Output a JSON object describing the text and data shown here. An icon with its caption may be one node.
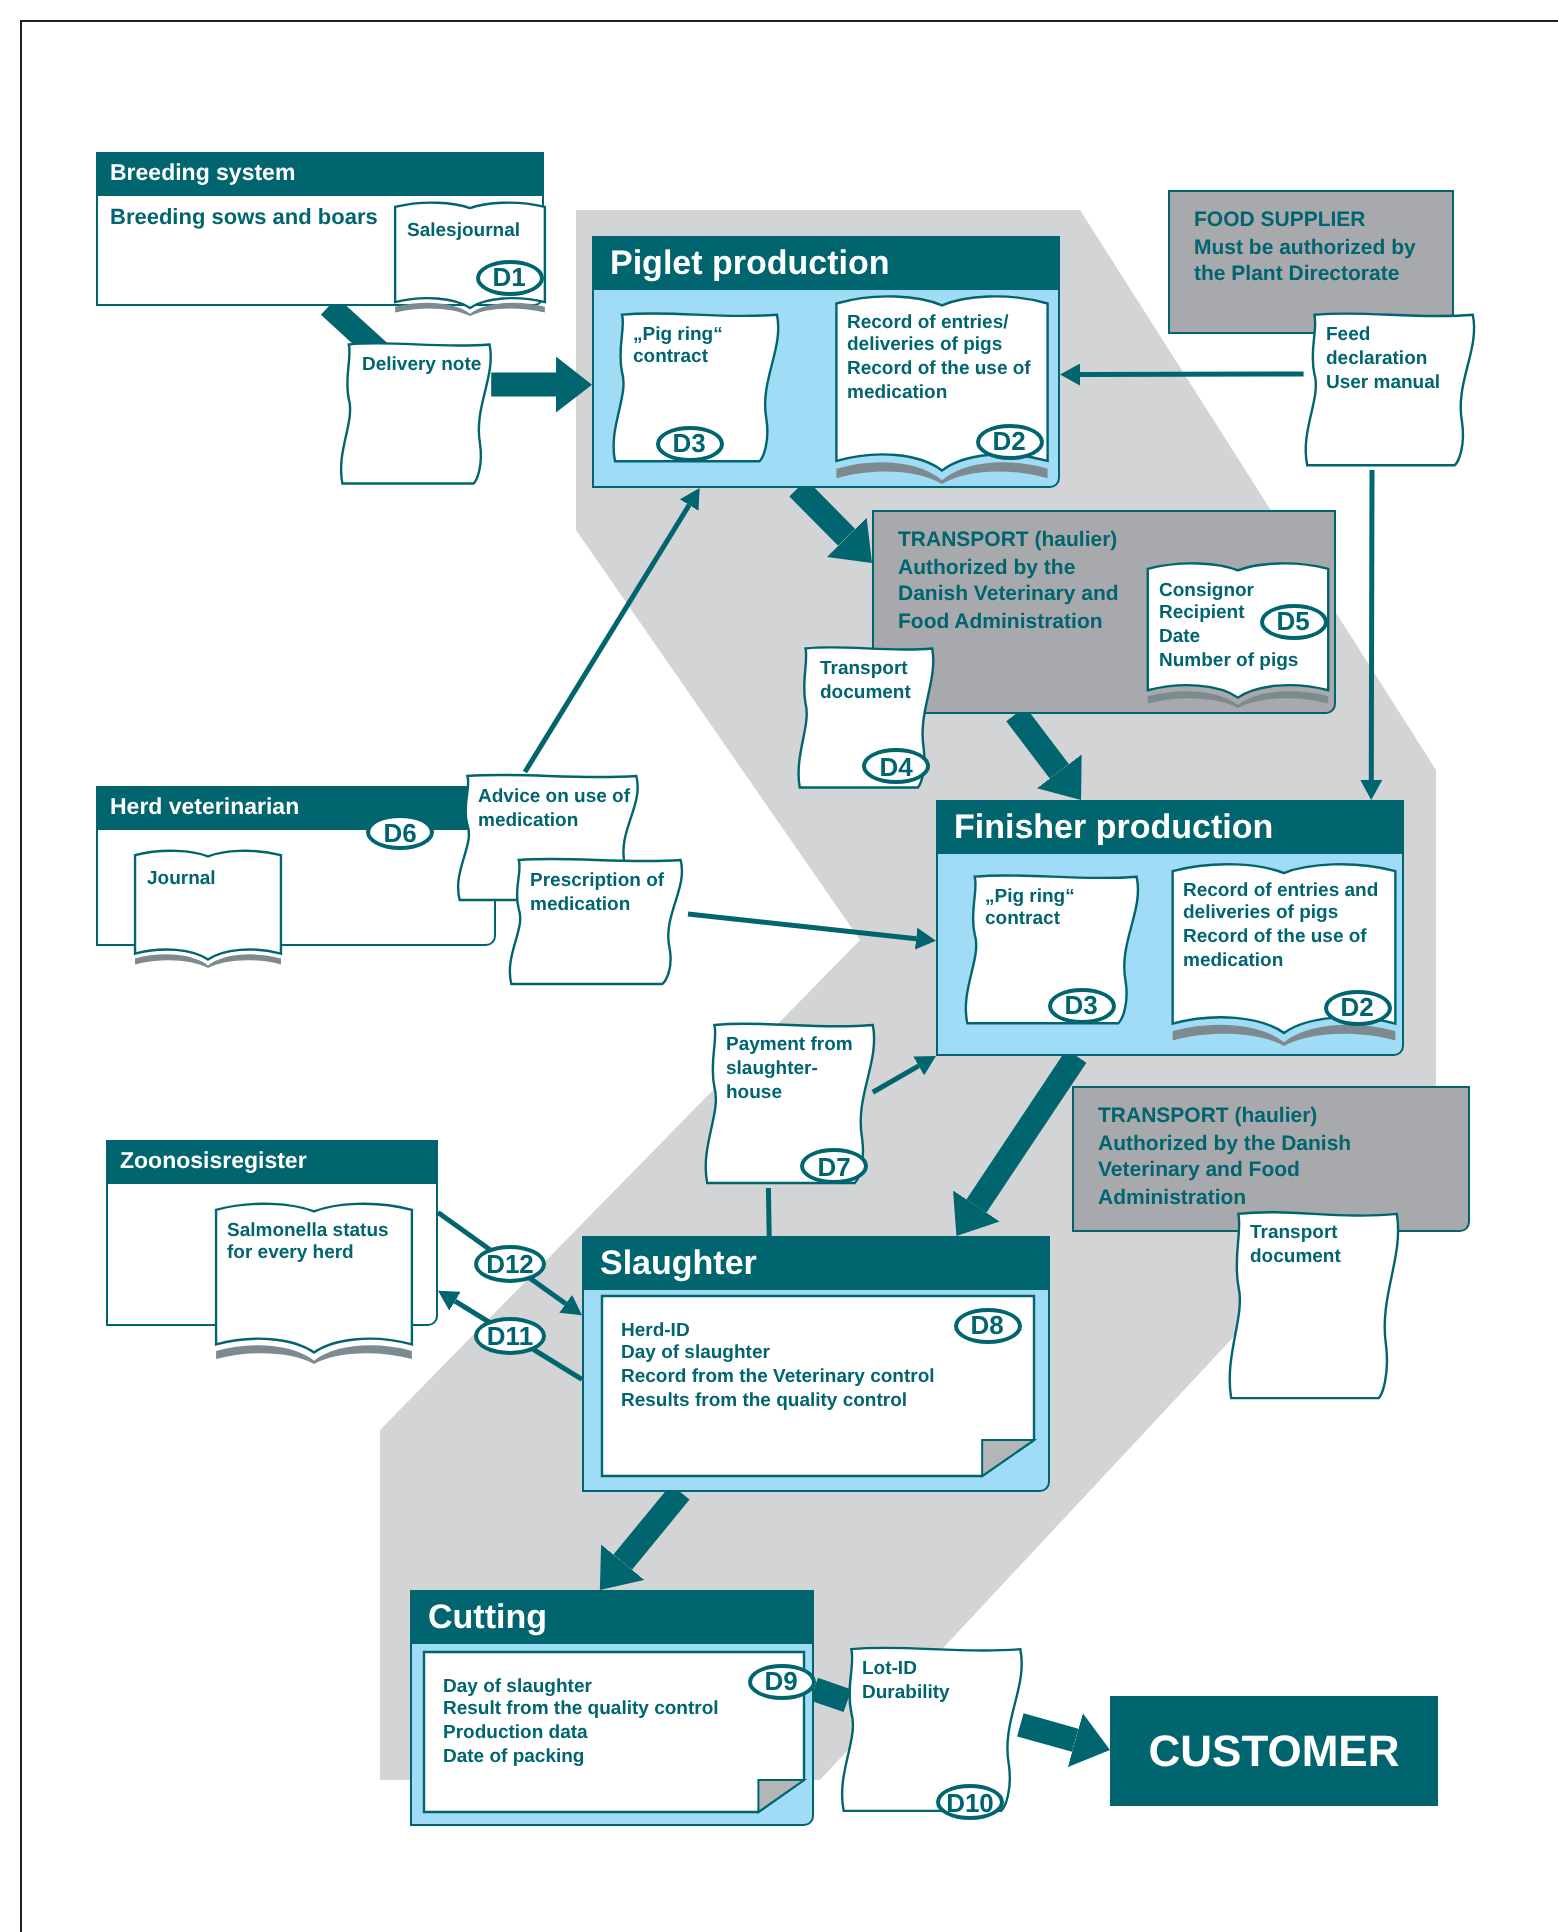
{
  "diagram": {
    "nodes": [
      {
        "text": [
          "Breeding system",
          "Breeding sows and boars"
        ]
      },
      {
        "text": [
          "Salesjournal",
          "D1"
        ],
        "in": 0
      },
      {
        "text": [
          "Delivery note"
        ]
      },
      {
        "text": [
          "Piglet production"
        ]
      },
      {
        "text": [
          "„Pig ring“ contract",
          "D3"
        ],
        "in": 3
      },
      {
        "text": [
          "Record of entries/ deliveries of pigs",
          "Record of the use of medication",
          "D2"
        ],
        "in": 3
      },
      {
        "text": [
          "FOOD SUPPLIER",
          "Must be authorized by the Plant Directorate"
        ]
      },
      {
        "text": [
          "Feed declaration",
          "User manual"
        ]
      },
      {
        "text": [
          "TRANSPORT (haulier)",
          "Authorized by the Danish Veterinary and Food Administration"
        ]
      },
      {
        "text": [
          "Consignor",
          "Recipient",
          "Date",
          "Number of pigs",
          "D5"
        ],
        "in": 8
      },
      {
        "text": [
          "Transport document",
          "D4"
        ]
      },
      {
        "text": [
          "Herd veterinarian",
          "D6"
        ]
      },
      {
        "text": [
          "Journal"
        ],
        "in": 11
      },
      {
        "text": [
          "Advice on use of medication"
        ]
      },
      {
        "text": [
          "Prescription of medication"
        ]
      },
      {
        "text": [
          "Finisher production"
        ]
      },
      {
        "text": [
          "„Pig ring“ contract",
          "D3"
        ],
        "in": 15
      },
      {
        "text": [
          "Record of entries and deliveries of pigs",
          "Record of the use of medication",
          "D2"
        ],
        "in": 15
      },
      {
        "text": [
          "Payment from slaughter- house",
          "D7"
        ]
      },
      {
        "text": [
          "TRANSPORT (haulier)",
          "Authorized by the Danish Veterinary and Food Administration"
        ]
      },
      {
        "text": [
          "Transport document"
        ]
      },
      {
        "text": [
          "Zoonosisregister"
        ]
      },
      {
        "text": [
          "Salmonella status for every herd"
        ],
        "in": 21
      },
      {
        "text": [
          "Slaughter"
        ]
      },
      {
        "text": [
          "Herd-ID",
          "Day of slaughter",
          "Record from the Veterinary control",
          "Results from the quality control",
          "D8"
        ],
        "in": 23
      },
      {
        "text": [
          "Cutting"
        ]
      },
      {
        "text": [
          "Day of slaughter",
          "Result from the quality control",
          "Production data",
          "Date of packing",
          "D9"
        ],
        "in": 25
      },
      {
        "text": [
          "Lot-ID",
          "Durability",
          "D10"
        ]
      },
      {
        "text": [
          "CUSTOMER"
        ]
      }
    ],
    "edges": [
      {
        "from": 0,
        "to": 2,
        "arrow": "none",
        "style": "thick"
      },
      {
        "from": 2,
        "to": 3,
        "arrow": "to",
        "style": "thick"
      },
      {
        "from": 7,
        "to": 3,
        "arrow": "to"
      },
      {
        "from": 7,
        "to": 15,
        "arrow": "to"
      },
      {
        "from": 3,
        "to": 8,
        "arrow": "to",
        "style": "thick"
      },
      {
        "from": 8,
        "to": 15,
        "arrow": "to",
        "style": "thick"
      },
      {
        "from": 13,
        "to": 3,
        "arrow": "to"
      },
      {
        "from": 14,
        "to": 15,
        "arrow": "to"
      },
      {
        "from": 18,
        "to": 15,
        "arrow": "to"
      },
      {
        "from": 18,
        "to": 23,
        "arrow": "none"
      },
      {
        "from": 15,
        "to": 23,
        "arrow": "to",
        "style": "thick"
      },
      {
        "from": 21,
        "to": 23,
        "arrow": "to",
        "label": "D12"
      },
      {
        "from": 23,
        "to": 21,
        "arrow": "to",
        "label": "D11"
      },
      {
        "from": 23,
        "to": 25,
        "arrow": "to",
        "style": "thick"
      },
      {
        "from": 25,
        "to": 27,
        "arrow": "none",
        "style": "thick"
      },
      {
        "from": 27,
        "to": 28,
        "arrow": "to",
        "style": "thick"
      }
    ]
  }
}
